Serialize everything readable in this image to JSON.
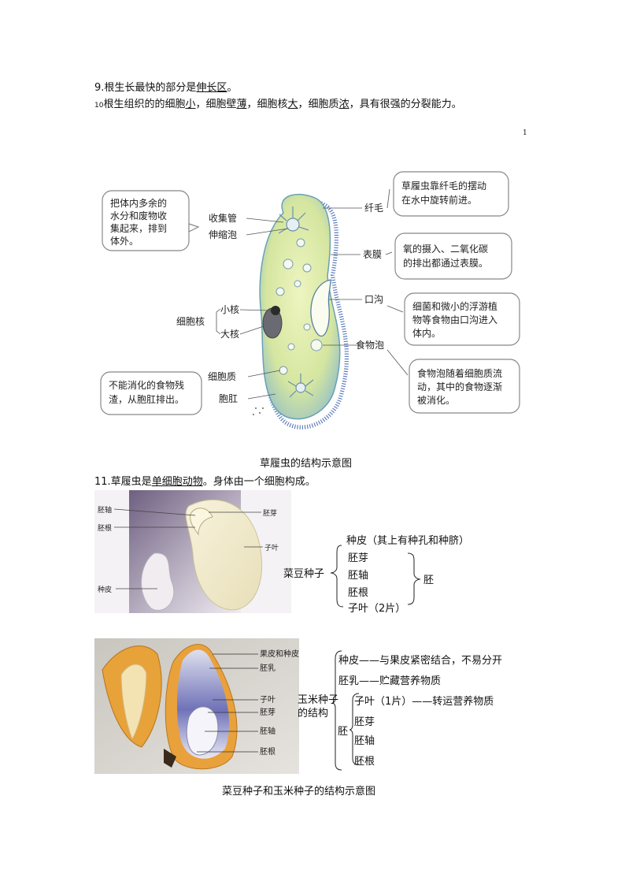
{
  "p9": {
    "prefix": "9.根生长最快的部分是",
    "u": "伸长区",
    "suffix": "。"
  },
  "p10": {
    "num": "10",
    "a": "根生组织的的细胞",
    "b": "小",
    "c": "，细胞壁",
    "d": "薄",
    "e": "，细胞核",
    "f": "大",
    "g": "，细胞质",
    "h": "浓",
    "i": "，具有很强的分裂能力。"
  },
  "page_number": "1",
  "paramecium": {
    "box1": [
      "把体内多余的",
      "水分和废物收",
      "集起来，排到",
      "体外。"
    ],
    "box2": [
      "草履虫靠纤毛的摆动",
      "在水中旋转前进。"
    ],
    "box3": [
      "氧的摄入、二氧化碳",
      "的排出都通过表膜。"
    ],
    "box4": [
      "细菌和微小的浮游植",
      "物等食物由口沟进入",
      "体内。"
    ],
    "box5": [
      "食物泡随着细胞质流",
      "动，其中的食物逐渐",
      "被消化。"
    ],
    "box6": [
      "不能消化的食物残",
      "渣，从胞肛排出。"
    ],
    "labels": {
      "shouji": "收集管",
      "shensuo": "伸缩泡",
      "xianmao": "纤毛",
      "biaomo": "表膜",
      "kougou": "口沟",
      "xiaohe": "小核",
      "daohe": "大核",
      "xibaohe": "细胞核",
      "shiwupao": "食物泡",
      "xibaozhi": "细胞质",
      "baogang": "胞肛"
    },
    "caption": "草履虫的结构示意图"
  },
  "p11": {
    "a": "11.草履虫是",
    "u": "单细胞动物",
    "b": "。身体由一个细胞构成。"
  },
  "bean": {
    "labels": {
      "peizhou": "胚轴",
      "peigen": "胚根",
      "zhongpi": "种皮",
      "peiya": "胚芽",
      "ziye": "子叶"
    },
    "tree": {
      "root": "菜豆种子",
      "top": "种皮（其上有种孔和种脐）",
      "items": [
        "胚芽",
        "胚轴",
        "胚根",
        "子叶（2片）"
      ],
      "group": "胚"
    }
  },
  "corn": {
    "labels": {
      "guopi": "果皮和种皮",
      "peiru": "胚乳",
      "ziye": "子叶",
      "peiya": "胚芽",
      "peizhou": "胚轴",
      "peigen": "胚根"
    },
    "tree": {
      "root1": "玉米种子",
      "root2": "的结构",
      "l1": "种皮——与果皮紧密结合，不易分开",
      "l2": "胚乳——贮藏营养物质",
      "group": "胚",
      "items": [
        "子叶（1片）——转运营养物质",
        "胚芽",
        "胚轴",
        "胚根"
      ]
    }
  },
  "caption2": "菜豆种子和玉米种子的结构示意图"
}
